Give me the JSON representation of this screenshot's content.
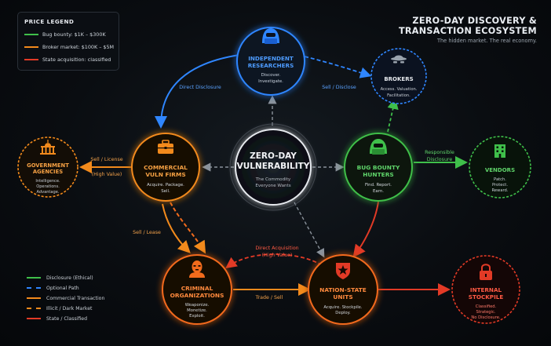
{
  "header": {
    "title_line1": "ZERO-DAY DISCOVERY &",
    "title_line2": "TRANSACTION ECOSYSTEM",
    "subtitle": "The hidden market. The real economy."
  },
  "price_legend": {
    "title": "PRICE LEGEND",
    "items": [
      {
        "label": "Bug bounty: $1K – $300K",
        "color": "#3fbf4a",
        "style": "solid"
      },
      {
        "label": "Broker market: $100K – $5M",
        "color": "#f28a1c",
        "style": "solid"
      },
      {
        "label": "State acquisition: classified",
        "color": "#e23a26",
        "style": "solid"
      }
    ]
  },
  "nodes": {
    "center": {
      "title_line1": "ZERO-DAY",
      "title_line2": "VULNERABILITY",
      "desc_line1": "The Commodity",
      "desc_line2": "Everyone Wants",
      "color": "#e6e9ee"
    },
    "researchers": {
      "title_line1": "INDEPENDENT",
      "title_line2": "RESEARCHERS",
      "desc_line1": "Discover.",
      "desc_line2": "Investigate.",
      "color": "#2f86ff",
      "icon": "hooded-user-icon"
    },
    "brokers": {
      "title_line1": "BROKERS",
      "desc_line1": "Access. Valuation.",
      "desc_line2": "Facilitation.",
      "color": "#2f86ff",
      "icon": "spy-icon"
    },
    "government": {
      "title_line1": "GOVERNMENT",
      "title_line2": "AGENCIES",
      "desc_line1": "Intelligence.",
      "desc_line2": "Operations.",
      "desc_line3": "Advantage.",
      "color": "#f28a1c",
      "icon": "capitol-icon"
    },
    "commercial": {
      "title_line1": "COMMERCIAL",
      "title_line2": "VULN FIRMS",
      "desc_line1": "Acquire. Package.",
      "desc_line2": "Sell.",
      "color": "#f28a1c",
      "icon": "briefcase-icon"
    },
    "hunters": {
      "title_line1": "BUG BOUNTY",
      "title_line2": "HUNTERS",
      "desc_line1": "Find. Report.",
      "desc_line2": "Earn.",
      "color": "#3fbf4a",
      "icon": "hooded-user-icon"
    },
    "vendors": {
      "title_line1": "VENDORS",
      "desc_line1": "Patch.",
      "desc_line2": "Protect.",
      "desc_line3": "Reward.",
      "color": "#3fbf4a",
      "icon": "building-icon"
    },
    "criminal": {
      "title_line1": "CRIMINAL",
      "title_line2": "ORGANIZATIONS",
      "desc_line1": "Weaponize.",
      "desc_line2": "Monetize.",
      "desc_line3": "Exploit.",
      "color": "#f26b1c",
      "icon": "masked-person-icon"
    },
    "nation": {
      "title_line1": "NATION-STATE",
      "title_line2": "UNITS",
      "desc_line1": "Acquire. Stockpile.",
      "desc_line2": "Deploy.",
      "color": "#f26b1c",
      "icon": "star-shield-icon"
    },
    "stockpile": {
      "title_line1": "INTERNAL",
      "title_line2": "STOCKPILE",
      "desc_line1": "Classified.",
      "desc_line2": "Strategic.",
      "desc_line3": "No Disclosure.",
      "color": "#e23a26",
      "icon": "padlock-icon"
    }
  },
  "edge_labels": {
    "direct_disclosure": "Direct Disclosure",
    "sell_disclose": "Sell / Disclose",
    "sell_license": "Sell / License",
    "high_value": "(High Value)",
    "responsible_disclosure_1": "Responsible",
    "responsible_disclosure_2": "Disclosure",
    "sell_lease": "Sell / Lease",
    "direct_acquisition": "Direct Acquisition",
    "direct_acquisition_high": "(High Value)",
    "trade_sell": "Trade / Sell"
  },
  "arrow_key": [
    {
      "label": "Disclosure (Ethical)",
      "color": "#3fbf4a",
      "style": "solid"
    },
    {
      "label": "Optional Path",
      "color": "#2f86ff",
      "style": "dashed"
    },
    {
      "label": "Commercial Transaction",
      "color": "#f28a1c",
      "style": "solid"
    },
    {
      "label": "Illicit / Dark Market",
      "color": "#f28a1c",
      "style": "dashed"
    },
    {
      "label": "State / Classified",
      "color": "#e23a26",
      "style": "solid"
    }
  ]
}
